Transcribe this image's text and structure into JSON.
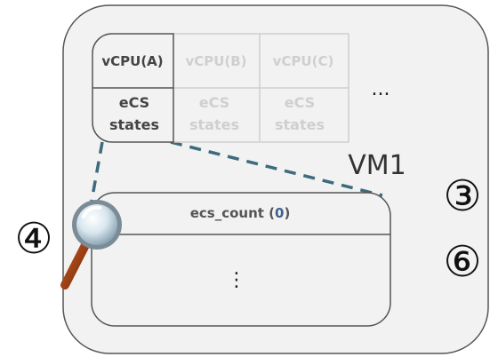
{
  "vm": {
    "label": "VM1"
  },
  "vcpus": [
    {
      "name": "vCPU(A)",
      "state_line1": "eCS",
      "state_line2": "states",
      "active": true
    },
    {
      "name": "vCPU(B)",
      "state_line1": "eCS",
      "state_line2": "states",
      "active": false
    },
    {
      "name": "vCPU(C)",
      "state_line1": "eCS",
      "state_line2": "states",
      "active": false
    }
  ],
  "more_vcpus": "...",
  "counter": {
    "label_prefix": "ecs_count (",
    "value": "0",
    "label_suffix": ")",
    "body": "⋮"
  },
  "markers": {
    "left": "④",
    "right_top": "③",
    "right_bottom": "⑥"
  },
  "icons": {
    "magnifier": "magnifying-glass-icon"
  },
  "colors": {
    "vm_fill": "#f2f2f2",
    "vm_stroke": "#555555",
    "active_text": "#444444",
    "inactive_text": "#cfcfcf",
    "dashed_line": "#3d6b7d",
    "counter_value": "#3f5f8f"
  }
}
